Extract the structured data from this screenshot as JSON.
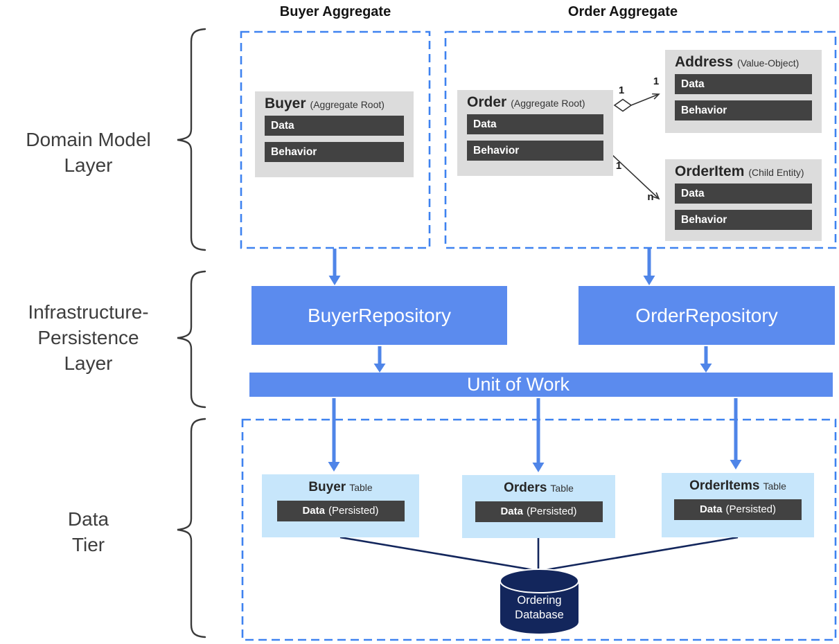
{
  "layers": {
    "domain": {
      "lines": [
        "Domain Model",
        "Layer"
      ]
    },
    "infra": {
      "lines": [
        "Infrastructure-",
        "Persistence",
        "Layer"
      ]
    },
    "data": {
      "lines": [
        "Data",
        "Tier"
      ]
    }
  },
  "aggregates": {
    "buyer": {
      "heading": "Buyer Aggregate"
    },
    "order": {
      "heading": "Order Aggregate"
    }
  },
  "entities": {
    "buyer": {
      "name": "Buyer",
      "stereotype": "(Aggregate Root)",
      "bars": [
        "Data",
        "Behavior"
      ]
    },
    "order": {
      "name": "Order",
      "stereotype": "(Aggregate Root)",
      "bars": [
        "Data",
        "Behavior"
      ]
    },
    "address": {
      "name": "Address",
      "stereotype": "(Value-Object)",
      "bars": [
        "Data",
        "Behavior"
      ]
    },
    "orderItem": {
      "name": "OrderItem",
      "stereotype": "(Child Entity)",
      "bars": [
        "Data",
        "Behavior"
      ]
    }
  },
  "relations": {
    "orderAddress": {
      "type": "aggregation",
      "sourceCard": "1",
      "targetCard": "1"
    },
    "orderOrderItem": {
      "type": "association",
      "sourceCard": "1",
      "targetCard": "n"
    }
  },
  "repositories": {
    "buyer": {
      "label": "BuyerRepository"
    },
    "order": {
      "label": "OrderRepository"
    }
  },
  "unitOfWork": {
    "label": "Unit of Work"
  },
  "tables": [
    {
      "name": "Buyer",
      "suffix": "Table",
      "barBold": "Data",
      "barNote": "(Persisted)"
    },
    {
      "name": "Orders",
      "suffix": "Table",
      "barBold": "Data",
      "barNote": "(Persisted)"
    },
    {
      "name": "OrderItems",
      "suffix": "Table",
      "barBold": "Data",
      "barNote": "(Persisted)"
    }
  ],
  "database": {
    "lines": [
      "Ordering",
      "Database"
    ]
  },
  "colors": {
    "dashed_border_blue": "#3e82f0",
    "repository_blue": "#5b8bee",
    "arrow_blue": "#4f85e8",
    "table_light_blue": "#c7e6fb",
    "entity_gray": "#dcdcdc",
    "bar_dark_gray": "#424242",
    "database_navy": "#13265c",
    "connector_dark": "#333333"
  }
}
